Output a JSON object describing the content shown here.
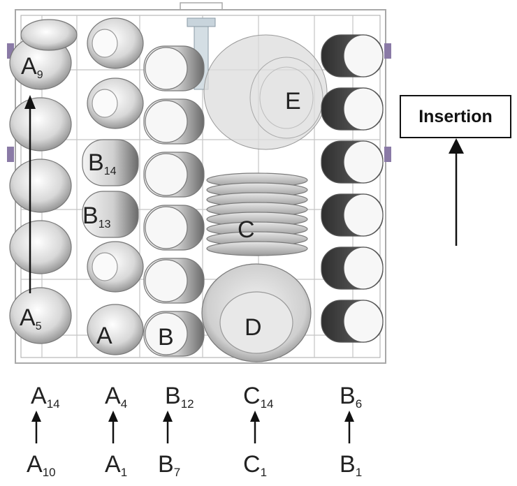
{
  "rack_items": {
    "E": "E",
    "C": "C",
    "D": "D",
    "A": "A",
    "B": "B",
    "A9": {
      "main": "A",
      "sub": "9"
    },
    "A5": {
      "main": "A",
      "sub": "5"
    },
    "B14": {
      "main": "B",
      "sub": "14"
    },
    "B13": {
      "main": "B",
      "sub": "13"
    }
  },
  "column_labels": [
    {
      "top_main": "A",
      "top_sub": "14",
      "bottom_main": "A",
      "bottom_sub": "10"
    },
    {
      "top_main": "A",
      "top_sub": "4",
      "bottom_main": "A",
      "bottom_sub": "1"
    },
    {
      "top_main": "B",
      "top_sub": "12",
      "bottom_main": "B",
      "bottom_sub": "7"
    },
    {
      "top_main": "C",
      "top_sub": "14",
      "bottom_main": "C",
      "bottom_sub": "1"
    },
    {
      "top_main": "B",
      "top_sub": "6",
      "bottom_main": "B",
      "bottom_sub": "1"
    }
  ],
  "insertion_label": "Insertion",
  "colors": {
    "line": "#222222",
    "dark_cup": "#4a4a4a",
    "light": "#efefef",
    "rack": "#b8b8b8"
  }
}
